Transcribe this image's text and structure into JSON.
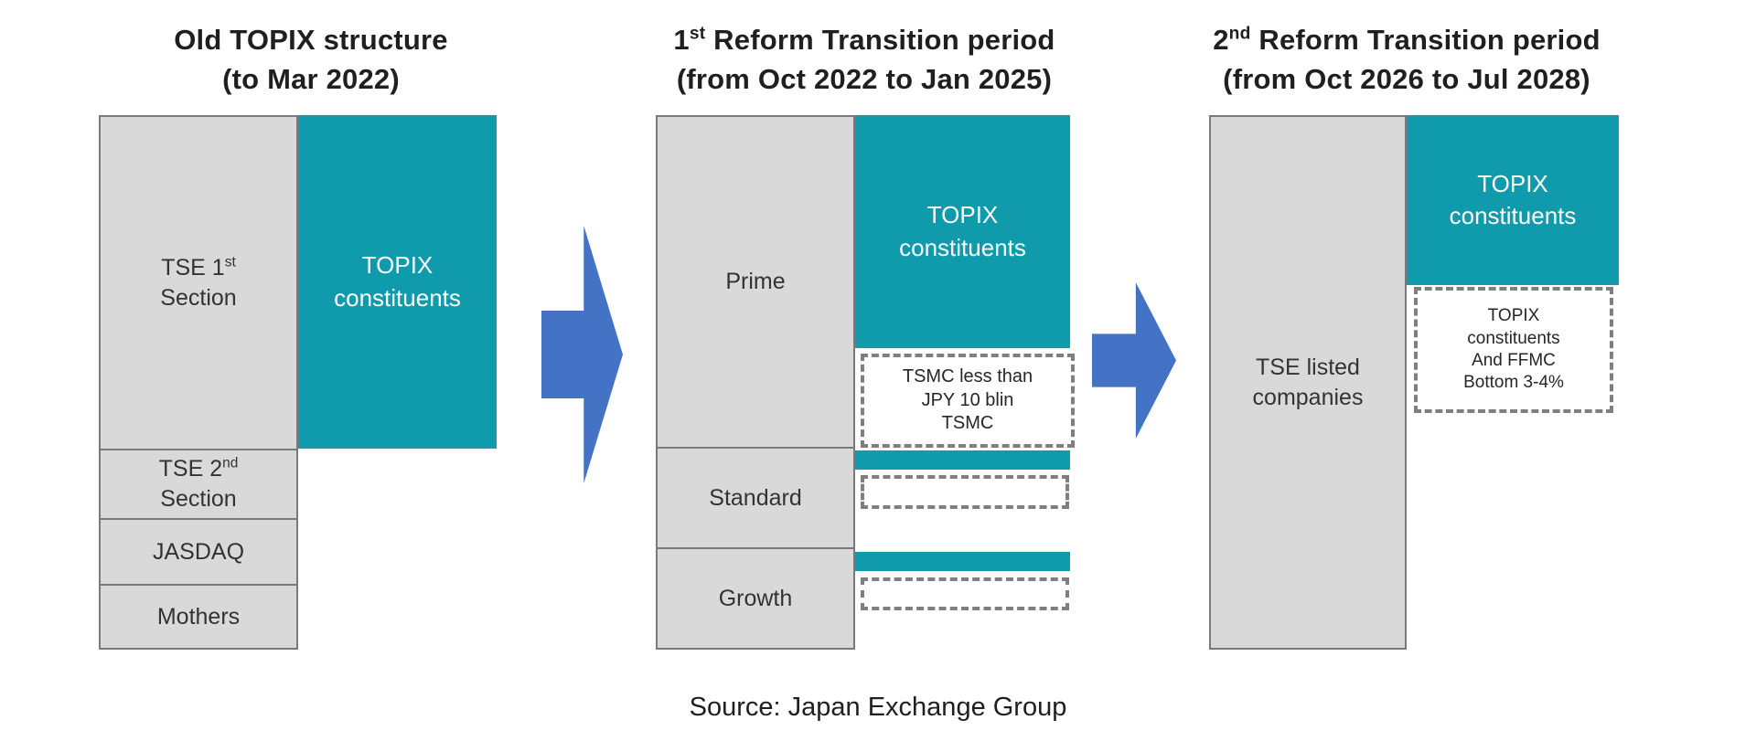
{
  "colors": {
    "teal": "#0f9bab",
    "gray_fill": "#d9d9d9",
    "gray_border": "#7a7a7a",
    "arrow_blue": "#4472c4",
    "dash_gray": "#7f7f7f"
  },
  "panel1": {
    "title_line1": "Old TOPIX structure",
    "title_line2": "(to Mar 2022)",
    "tse1_pre": "TSE 1",
    "tse1_sup": "st",
    "tse1_line2": "Section",
    "tse2_pre": "TSE 2",
    "tse2_sup": "nd",
    "tse2_line2": "Section",
    "jasdaq": "JASDAQ",
    "mothers": "Mothers",
    "topix_label": "TOPIX\nconstituents"
  },
  "panel2": {
    "title_pre": "1",
    "title_sup": "st",
    "title_post": " Reform Transition period",
    "title_line2": "(from Oct 2022 to Jan 2025)",
    "sections": [
      "Prime",
      "Standard",
      "Growth"
    ],
    "topix_label": "TOPIX\nconstituents",
    "dashed_note": "TSMC less than\nJPY 10 blin\nTSMC"
  },
  "panel3": {
    "title_pre": "2",
    "title_sup": "nd",
    "title_post": " Reform Transition period",
    "title_line2": "(from Oct 2026 to Jul 2028)",
    "column_label": "TSE listed\ncompanies",
    "topix_label": "TOPIX\nconstituents",
    "dashed_note": "TOPIX\nconstituents\nAnd FFMC\nBottom 3-4%"
  },
  "footer": {
    "source": "Source: Japan Exchange Group"
  }
}
